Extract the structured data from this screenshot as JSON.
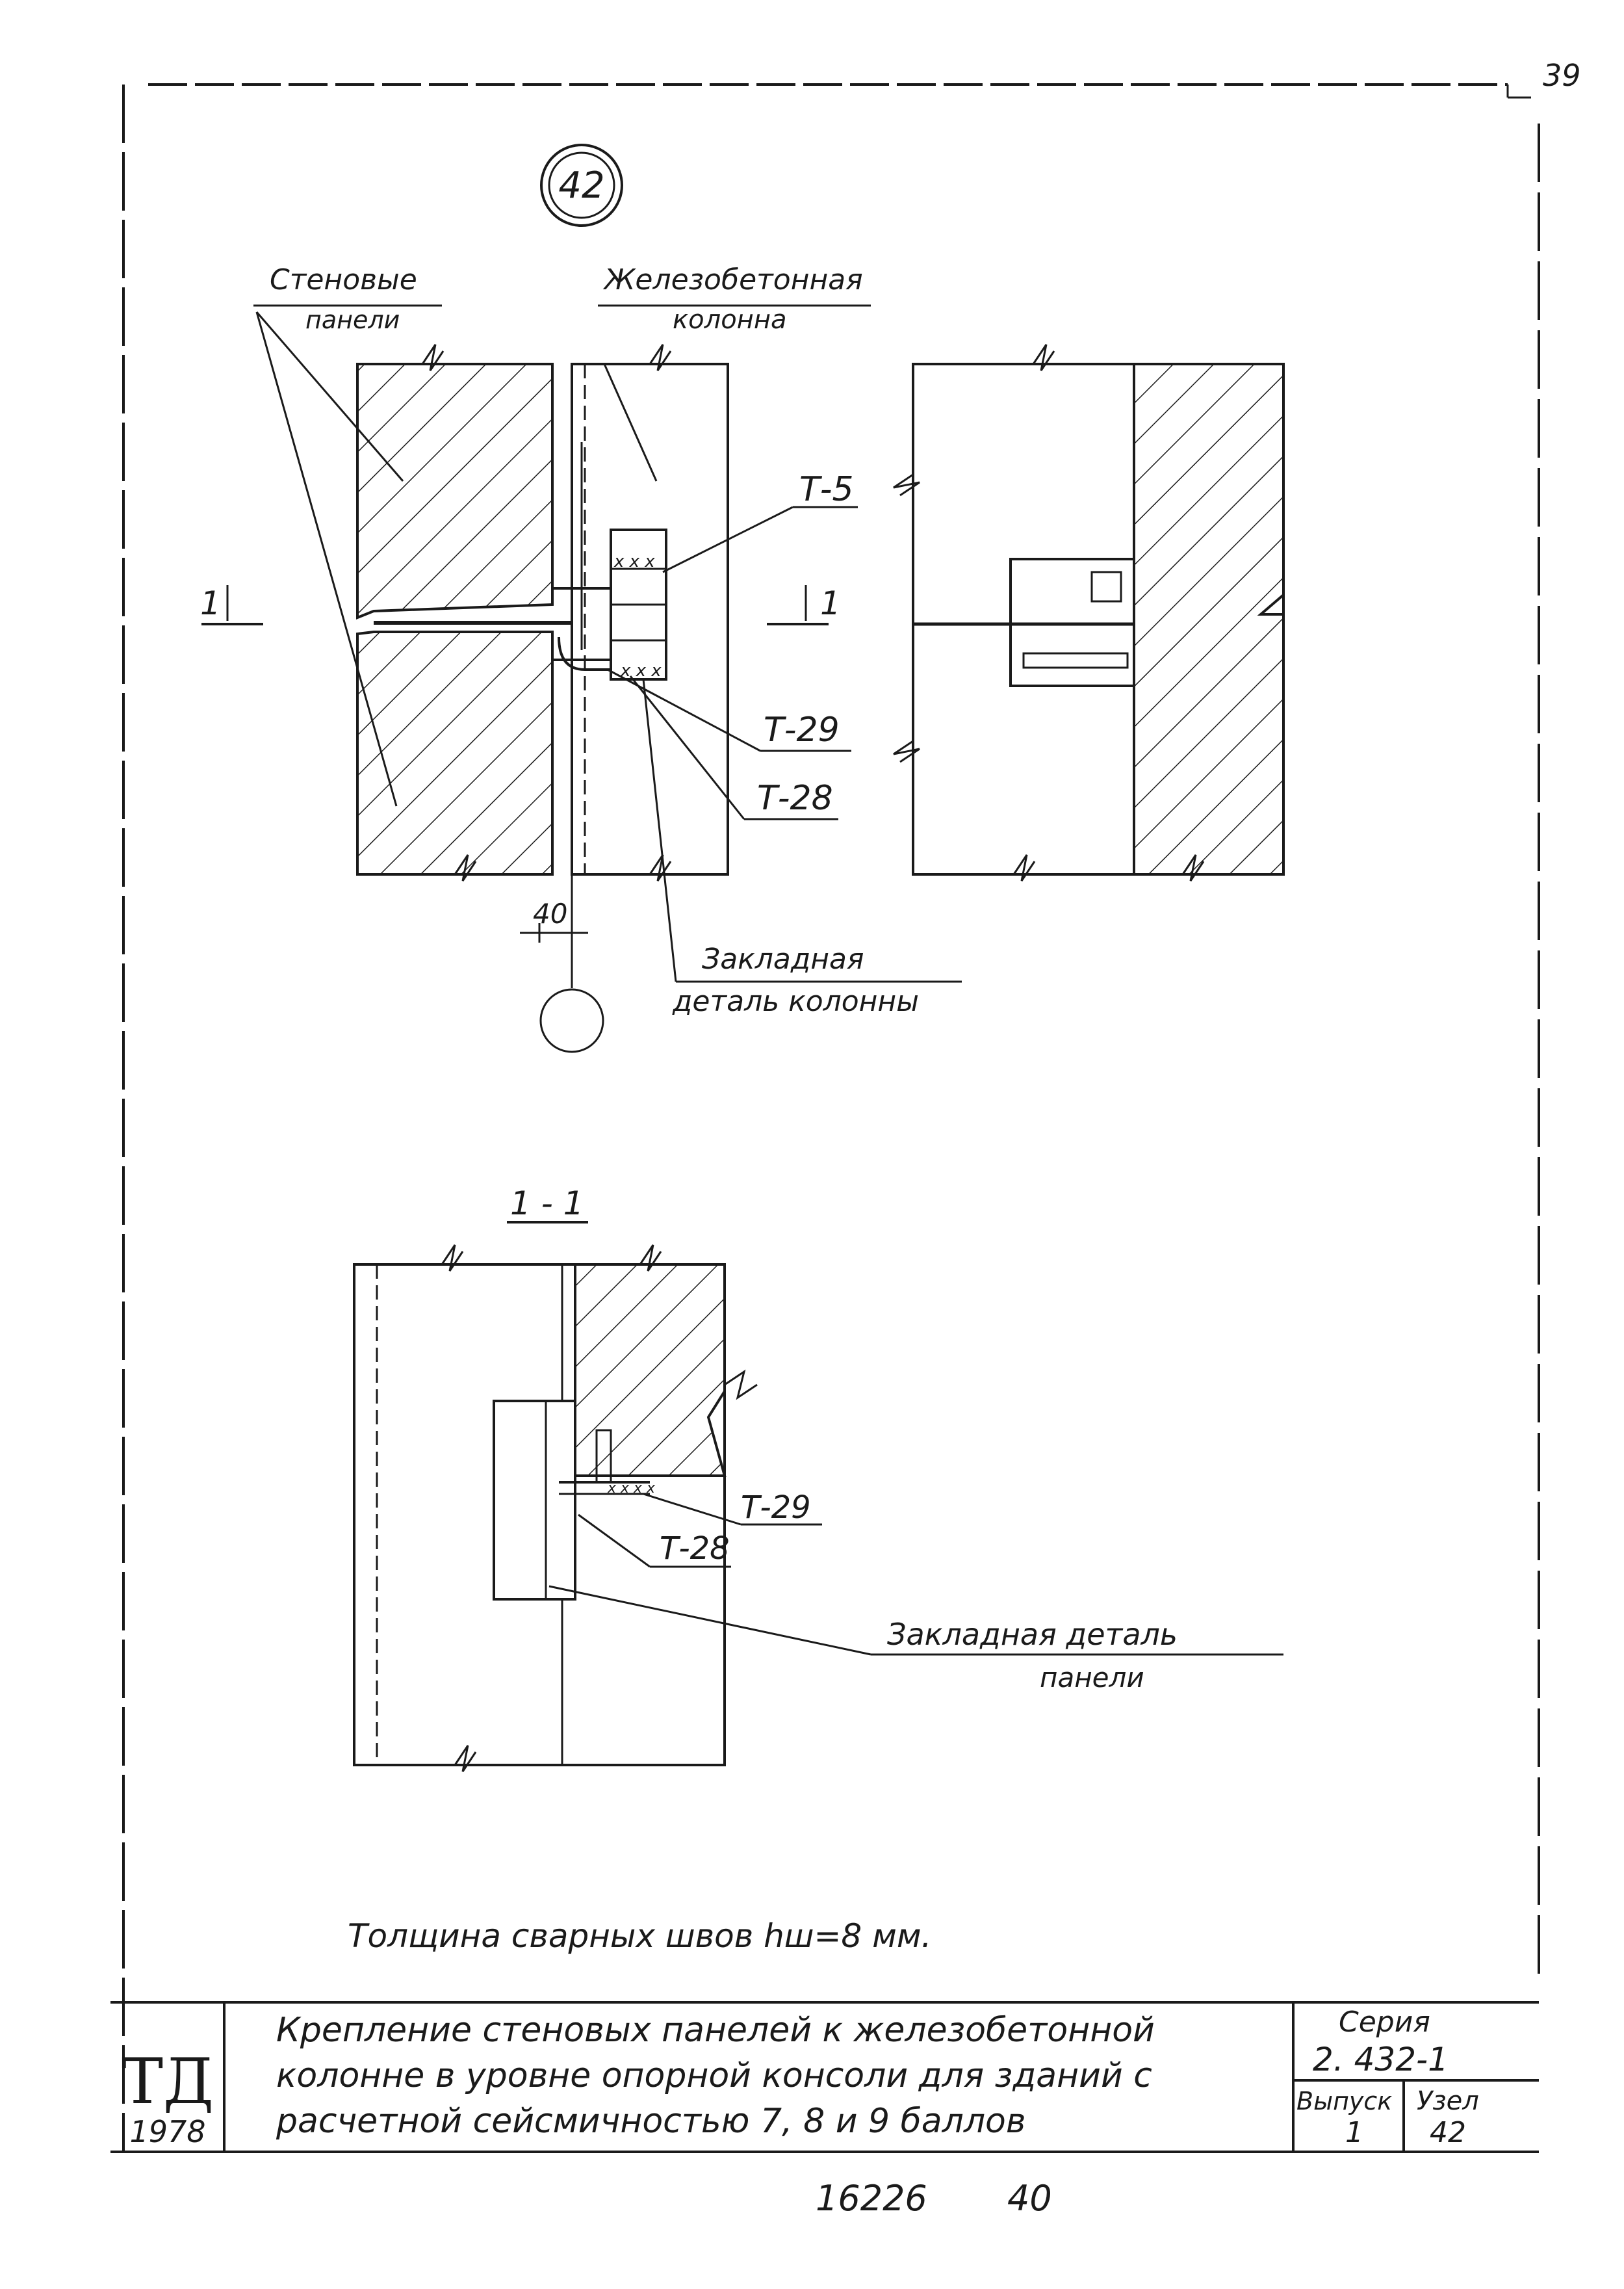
{
  "sheet": {
    "page_number": "39",
    "node_marker": "42",
    "bottom_numbers": [
      "16226",
      "40"
    ]
  },
  "labels": {
    "wall_panels": [
      "Стеновые",
      "панели"
    ],
    "rc_column": [
      "Железобетонная",
      "колонна"
    ],
    "t5": "Т-5",
    "t29": "Т-29",
    "t28": "Т-28",
    "column_embed": [
      "Закладная",
      "деталь колонны"
    ],
    "dim_40": "40",
    "section_mark": "1",
    "section_title": "1 - 1",
    "t29_sec": "Т-29",
    "t28_sec": "Т-28",
    "panel_embed": [
      "Закладная деталь",
      "панели"
    ],
    "weld_note": "Толщина сварных швов hш=8 мм."
  },
  "title_block": {
    "logo": "ТД",
    "year": "1978",
    "title_lines": [
      "Крепление стеновых панелей к железобетонной",
      "колонне в уровне опорной консоли для зданий с",
      "расчетной сейсмичностью 7, 8 и 9 баллов"
    ],
    "series_label": "Серия",
    "series_value": "2. 432-1",
    "issue_label": "Выпуск",
    "issue_value": "1",
    "node_label": "Узел",
    "node_value": "42"
  }
}
